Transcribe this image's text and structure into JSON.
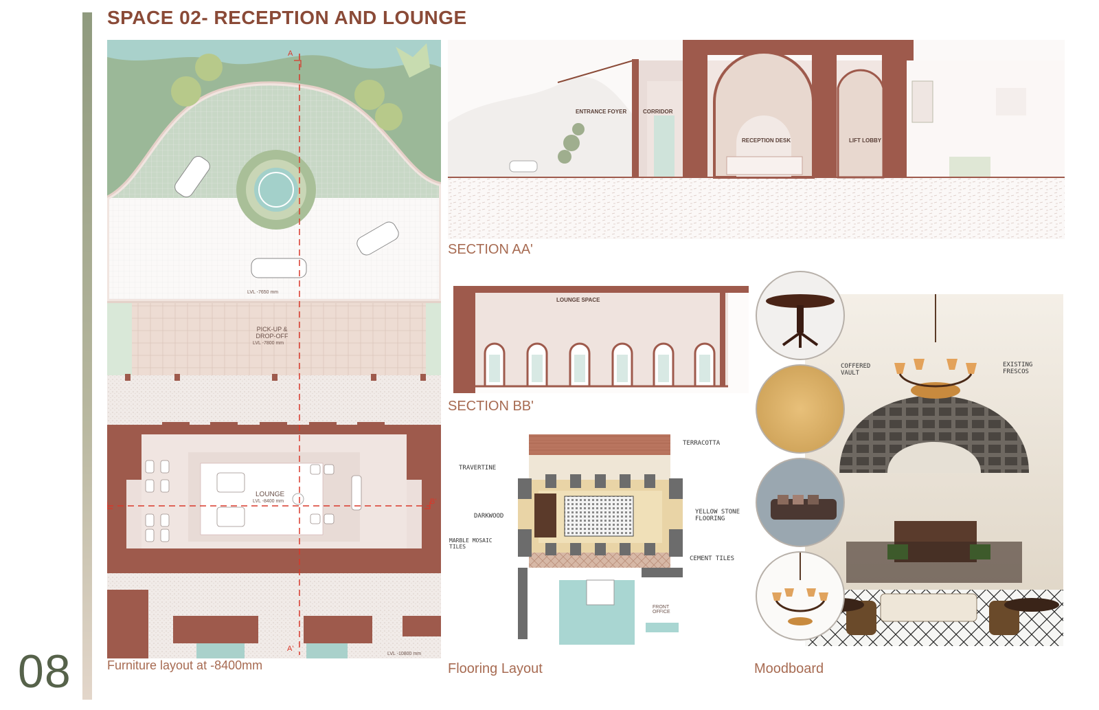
{
  "page": {
    "number": "08",
    "title": "SPACE 02- RECEPTION AND LOUNGE"
  },
  "colors": {
    "brand_brown": "#8a4a37",
    "caption": "#a76b52",
    "wall": "#9e5a4c",
    "sage": "#8f9a7e",
    "water": "#9fcfc8"
  },
  "plan": {
    "caption": "Furniture layout  at -8400mm",
    "section_a": "A",
    "section_a2": "A'",
    "section_b": "B",
    "section_b2": "B'",
    "level_court": "LVL -7650 mm",
    "pickup_label": "PICK-UP &\nDROP-OFF",
    "pickup_level": "LVL -7800 mm",
    "lounge_label": "LOUNGE",
    "lounge_level": "LVL -8400 mm",
    "level_bottom": "LVL -10800 mm"
  },
  "section_aa": {
    "caption": "SECTION AA'",
    "labels": [
      "ENTRANCE FOYER",
      "CORRIDOR",
      "RECEPTION DESK",
      "LIFT LOBBY"
    ]
  },
  "section_bb": {
    "caption": "SECTION BB'",
    "label": "LOUNGE SPACE"
  },
  "flooring": {
    "caption": "Flooring Layout",
    "materials": {
      "terracotta": "TERRACOTTA",
      "travertine": "TRAVERTINE",
      "darkwood": "DARKWOOD",
      "yellow_stone": "YELLOW STONE\nFLOORING",
      "marble_mosaic": "MARBLE MOSAIC\nTILES",
      "cement_tiles": "CEMENT TILES"
    },
    "room_label": "FRONT OFFICE"
  },
  "moodboard": {
    "caption": "Moodboard",
    "notes": {
      "coffered": "COFFERED\nVAULT",
      "frescos": "EXISTING\nFRESCOS"
    }
  }
}
